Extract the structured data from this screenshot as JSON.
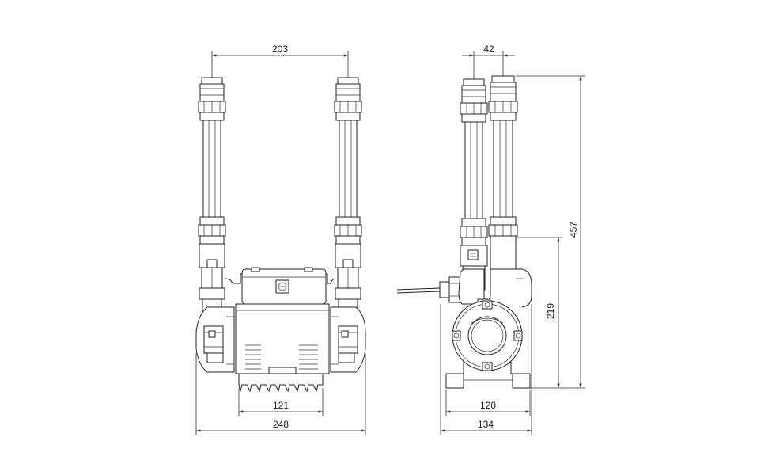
{
  "dimensions": {
    "top_spacing": "203",
    "side_offset": "42",
    "overall_height": "457",
    "inlet_height": "219",
    "base_width_front": "121",
    "overall_width_front": "248",
    "base_width_side": "120",
    "overall_width_side": "134"
  }
}
